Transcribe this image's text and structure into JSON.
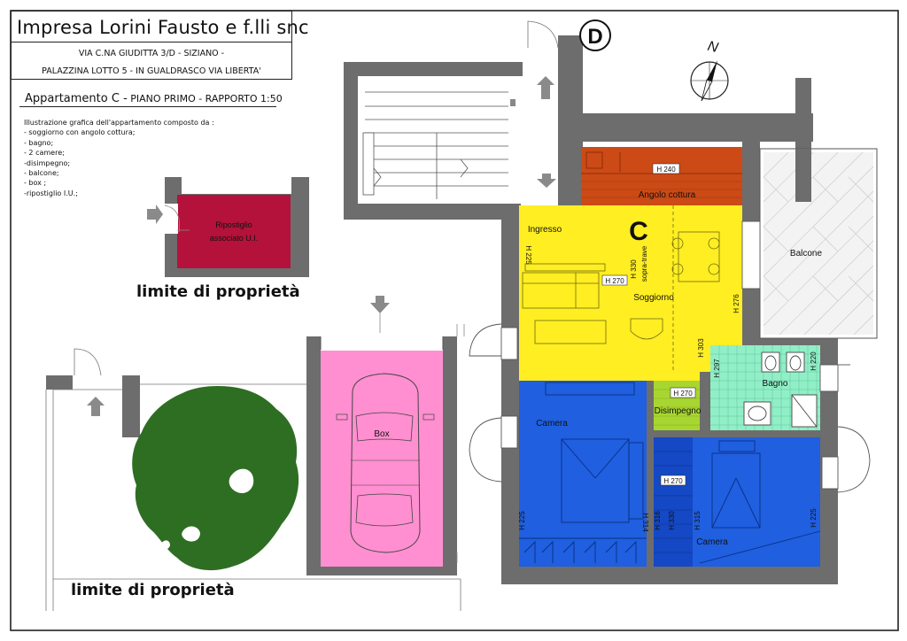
{
  "header": {
    "company": "Impresa Lorini Fausto e f.lli snc",
    "address_line1": "VIA C.NA GIUDITTA 3/D - SIZIANO -",
    "address_line2": "PALAZZINA LOTTO 5 - IN GUALDRASCO VIA LIBERTA'"
  },
  "apartment": {
    "title": "Appartamento C -",
    "subtitle": "PIANO PRIMO - RAPPORTO 1:50",
    "description_title": "Illustrazione grafica dell'appartamento composto da :",
    "items": [
      "- soggiorno con angolo cottura;",
      "- bagno;",
      "- 2 camere;",
      "-disimpegno;",
      "- balcone;",
      "- box ;",
      "-ripostiglio I.U.;"
    ]
  },
  "property_limits": [
    "limite di proprietà",
    "limite di proprietà"
  ],
  "markers": {
    "building": "D",
    "apartment": "C",
    "north": "N"
  },
  "rooms": {
    "angolo_cottura": "Angolo cottura",
    "ingresso": "Ingresso",
    "soggiorno": "Soggiorno",
    "balcone": "Balcone",
    "bagno": "Bagno",
    "disimpegno": "Disimpegno",
    "camera1": "Camera",
    "camera2": "Camera",
    "box": "Box",
    "ripostiglio_line1": "Ripostiglio",
    "ripostiglio_line2": "associato U.I."
  },
  "heights": {
    "h240": "H 240",
    "h225_ingresso": "H 225",
    "h270_soggiorno": "H 270",
    "h330": "H 330",
    "sopra_trave": "sopra-trave",
    "h276": "H 276",
    "h303": "H 303",
    "h297": "H 297",
    "h220": "H 220",
    "h270_disimpegno": "H 270",
    "h270_corridoio": "H 270",
    "h225_camera1": "H 225",
    "h314": "H 314",
    "h316": "H 316",
    "h330_corridoio": "H 330",
    "h315": "H 315",
    "h225_camera2": "H 225"
  },
  "colors": {
    "wall": "#6d6d6d",
    "soggiorno": "#ffee22",
    "cucina": "#cc4a16",
    "bagno": "#90efc7",
    "disimpegno": "#a8d630",
    "camera": "#1f5fe0",
    "corridoio": "#1448c4",
    "box": "#ff8fd0",
    "ripostiglio": "#b4123b",
    "tree": "#2e6e23",
    "arrow": "#8a8a8a"
  }
}
